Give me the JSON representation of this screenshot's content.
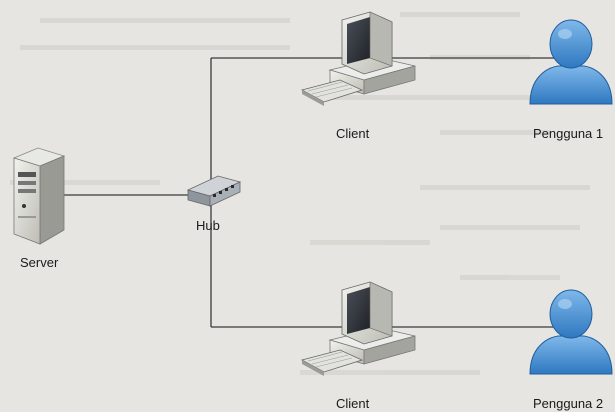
{
  "diagram": {
    "nodes": {
      "server": {
        "label": "Server",
        "icon": "server-tower-icon"
      },
      "hub": {
        "label": "Hub",
        "icon": "network-hub-icon"
      },
      "client_top": {
        "label": "Client",
        "icon": "desktop-computer-icon"
      },
      "client_bottom": {
        "label": "Client",
        "icon": "desktop-computer-icon"
      },
      "user_top": {
        "label": "Pengguna 1",
        "icon": "user-silhouette-icon"
      },
      "user_bottom": {
        "label": "Pengguna 2",
        "icon": "user-silhouette-icon"
      }
    },
    "colors": {
      "line": "#3a3a3a",
      "user_blue": "#4a8fd0",
      "device_beige": "#dcdcd4",
      "device_dark": "#2f3238"
    }
  }
}
